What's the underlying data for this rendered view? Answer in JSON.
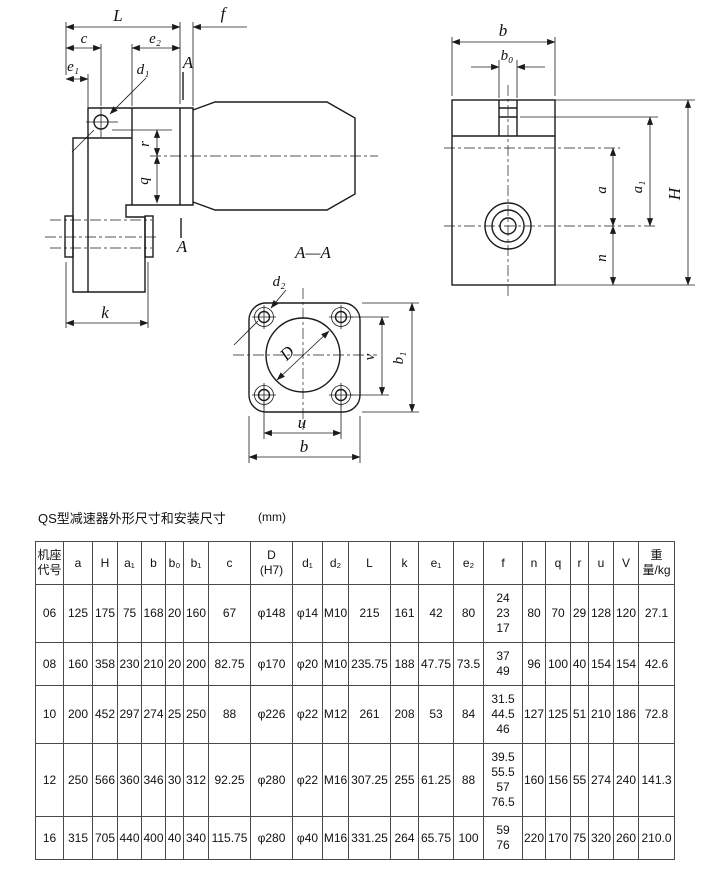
{
  "drawing": {
    "labels": {
      "L": "L",
      "f": "f",
      "c": "c",
      "e2": "e₂",
      "e1": "e₁",
      "d1": "d₁",
      "A": "A",
      "r": "r",
      "q": "q",
      "k": "k",
      "b_top": "b",
      "b0": "b₀",
      "a": "a",
      "a1": "a₁",
      "H": "H",
      "n": "n",
      "section_title": "A—A",
      "d2": "d₂",
      "D": "D",
      "v": "v",
      "b1": "b₁",
      "u": "u",
      "b_flange": "b"
    }
  },
  "table": {
    "title": "QS型减速器外形尺寸和安装尺寸",
    "unit": "(mm)",
    "headers": [
      "机座\n代号",
      "a",
      "H",
      "a₁",
      "b",
      "b₀",
      "b₁",
      "c",
      "D\n(H7)",
      "d₁",
      "d₂",
      "L",
      "k",
      "e₁",
      "e₂",
      "f",
      "n",
      "q",
      "r",
      "u",
      "V",
      "重\n量/kg"
    ],
    "rows": [
      [
        "06",
        "125",
        "175",
        "75",
        "168",
        "20",
        "160",
        "67",
        "φ148",
        "φ14",
        "M10",
        "215",
        "161",
        "42",
        "80",
        "24\n23\n17",
        "80",
        "70",
        "29",
        "128",
        "120",
        "27.1"
      ],
      [
        "08",
        "160",
        "358",
        "230",
        "210",
        "20",
        "200",
        "82.75",
        "φ170",
        "φ20",
        "M10",
        "235.75",
        "188",
        "47.75",
        "73.5",
        "37\n49",
        "96",
        "100",
        "40",
        "154",
        "154",
        "42.6"
      ],
      [
        "10",
        "200",
        "452",
        "297",
        "274",
        "25",
        "250",
        "88",
        "φ226",
        "φ22",
        "M12",
        "261",
        "208",
        "53",
        "84",
        "31.5\n44.5\n46",
        "127",
        "125",
        "51",
        "210",
        "186",
        "72.8"
      ],
      [
        "12",
        "250",
        "566",
        "360",
        "346",
        "30",
        "312",
        "92.25",
        "φ280",
        "φ22",
        "M16",
        "307.25",
        "255",
        "61.25",
        "88",
        "39.5\n55.5\n57\n76.5",
        "160",
        "156",
        "55",
        "274",
        "240",
        "141.3"
      ],
      [
        "16",
        "315",
        "705",
        "440",
        "400",
        "40",
        "340",
        "115.75",
        "φ280",
        "φ40",
        "M16",
        "331.25",
        "264",
        "65.75",
        "100",
        "59\n76",
        "220",
        "170",
        "75",
        "320",
        "260",
        "210.0"
      ]
    ]
  }
}
